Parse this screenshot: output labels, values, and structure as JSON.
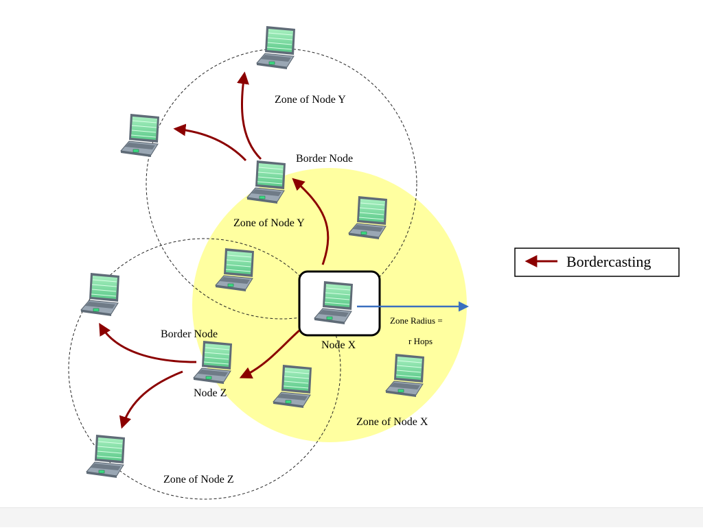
{
  "labels": {
    "zone_y_top": "Zone of Node Y",
    "zone_y_inner": "Zone of Node Y",
    "border_node_top": "Border Node",
    "border_node_left": "Border Node",
    "node_x": "Node X",
    "node_z": "Node Z",
    "zone_radius_line1": "Zone Radius =",
    "zone_radius_line2": "r Hops",
    "zone_x": "Zone of Node X",
    "zone_z": "Zone of Node Z"
  },
  "legend": {
    "label": "Bordercasting"
  },
  "colors": {
    "zone_x_fill": "#ffffa0",
    "bordercast_arrow": "#8b0000",
    "radius_arrow": "#3a6fbf",
    "screen": "#7ed9a0",
    "laptop_body": "#9aa7b4"
  },
  "icons": {
    "laptop": "laptop-icon"
  }
}
